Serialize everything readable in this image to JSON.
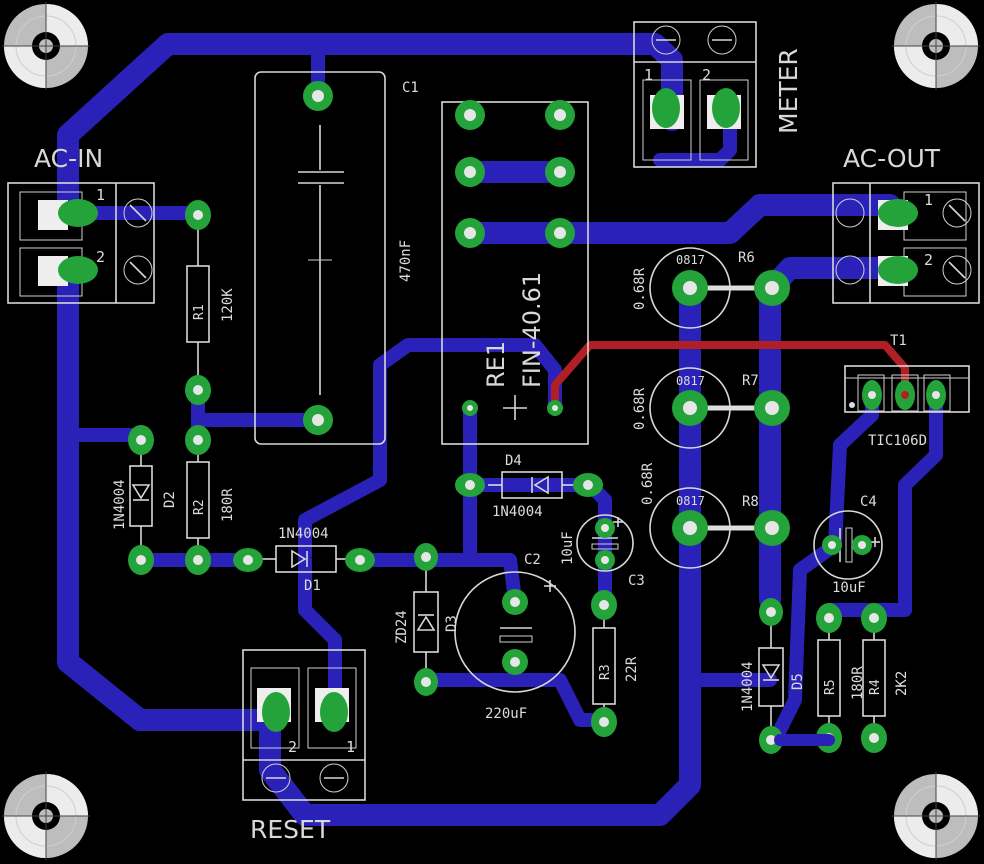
{
  "board": {
    "connectors": {
      "ac_in": {
        "label": "AC-IN",
        "pin1": "1",
        "pin2": "2"
      },
      "ac_out": {
        "label": "AC-OUT",
        "pin1": "1",
        "pin2": "2"
      },
      "meter": {
        "label": "METER",
        "pin1": "1",
        "pin2": "2"
      },
      "reset": {
        "label": "RESET",
        "pin1": "1",
        "pin2": "2"
      }
    },
    "components": {
      "c1": {
        "name": "C1",
        "value": "470nF"
      },
      "re1": {
        "name": "RE1",
        "value": "FIN-40.61"
      },
      "r1": {
        "name": "R1",
        "value": "120K"
      },
      "r2": {
        "name": "R2",
        "value": "180R"
      },
      "r3": {
        "name": "R3",
        "value": "22R"
      },
      "r4": {
        "name": "R4",
        "value": "2K2"
      },
      "r5": {
        "name": "R5",
        "value": "180R"
      },
      "r6": {
        "name": "R6",
        "value": "0.68R",
        "pkg": "0817"
      },
      "r7": {
        "name": "R7",
        "value": "0.68R",
        "pkg": "0817"
      },
      "r8": {
        "name": "R8",
        "value": "0.68R",
        "pkg": "0817"
      },
      "d1": {
        "name": "D1",
        "value": "1N4004"
      },
      "d2": {
        "name": "D2",
        "value": "1N4004"
      },
      "d3": {
        "name": "D3",
        "value": "ZD24"
      },
      "d4": {
        "name": "D4",
        "value": "1N4004"
      },
      "d5": {
        "name": "D5",
        "value": "1N4004"
      },
      "c2": {
        "name": "C2",
        "value": "220uF"
      },
      "c3": {
        "name": "C3",
        "value": "10uF"
      },
      "c4": {
        "name": "C4",
        "value": "10uF"
      },
      "t1": {
        "name": "T1",
        "value": "TIC106D"
      }
    }
  },
  "colors": {
    "background": "#000000",
    "bottom_copper": "#2a22b8",
    "top_copper": "#b01f26",
    "pad": "#23a33a",
    "silkscreen": "#d8d8d8"
  }
}
